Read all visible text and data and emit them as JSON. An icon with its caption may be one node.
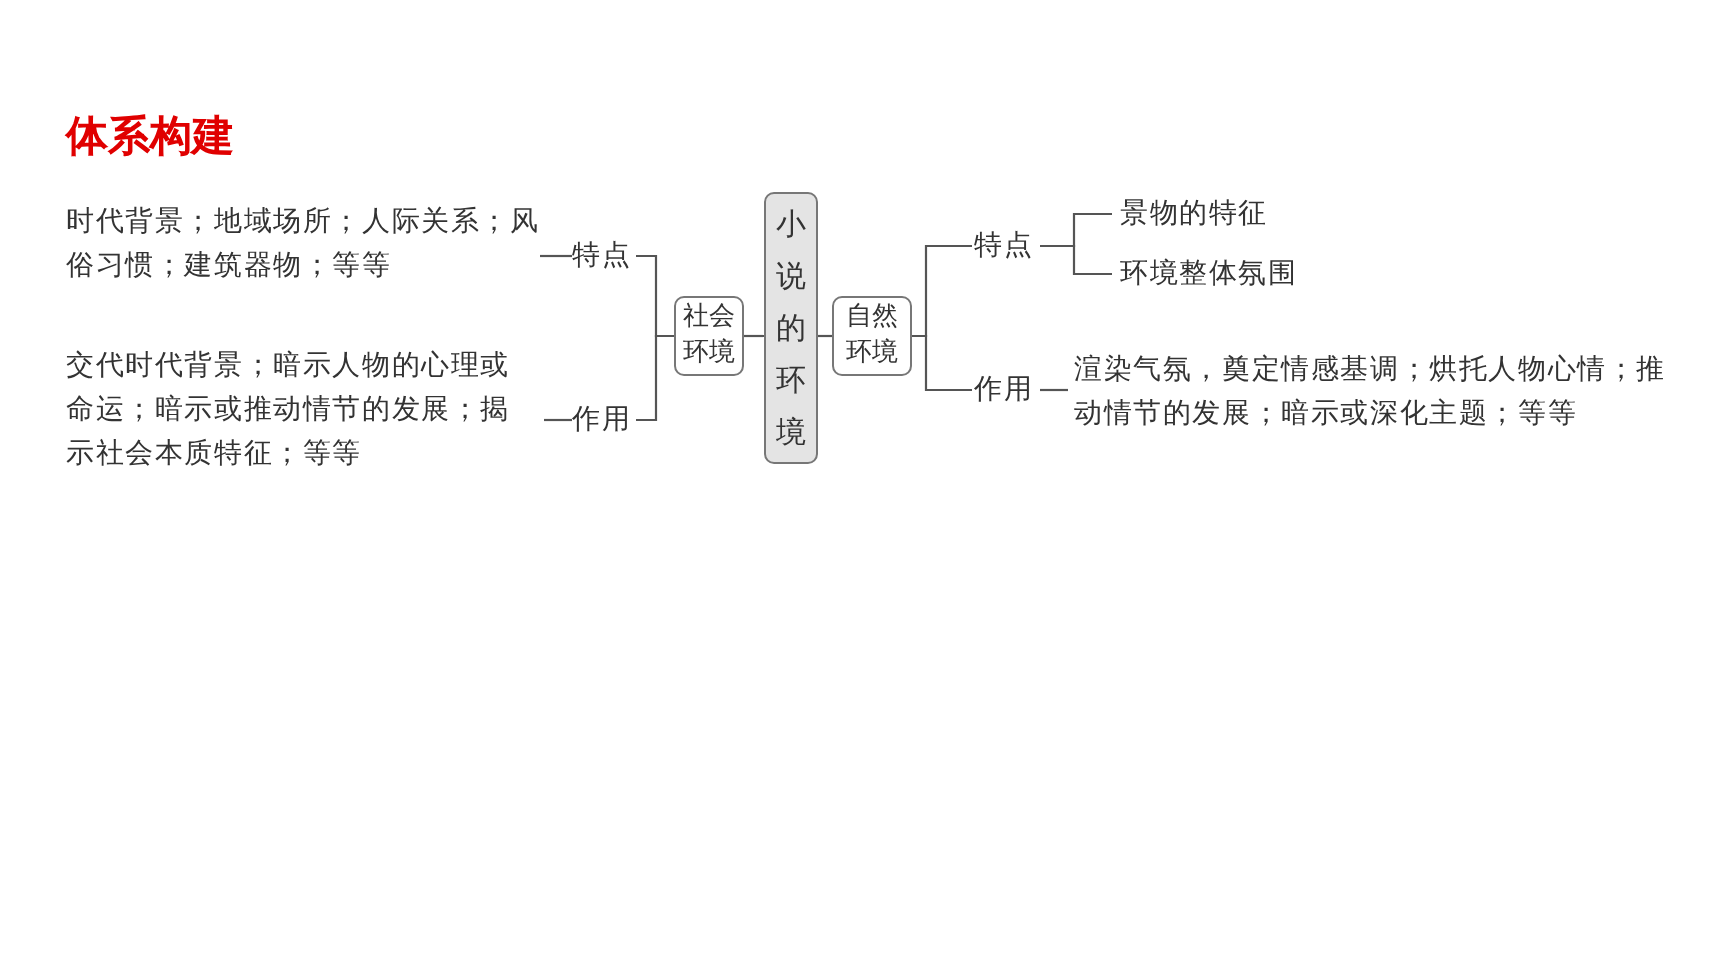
{
  "diagram": {
    "title": "体系构建",
    "nodes": [
      {
        "text": [
          "小说的环境"
        ]
      },
      {
        "text": [
          "社会环境"
        ]
      },
      {
        "text": [
          "自然环境"
        ]
      },
      {
        "text": [
          "特点"
        ]
      },
      {
        "text": [
          "作用"
        ]
      },
      {
        "text": [
          "时代背景；地域场所；人际关系；风俗习惯；建筑器物；等等"
        ]
      },
      {
        "text": [
          "交代时代背景；暗示人物的心理或命运；暗示或推动情节的发展；揭示社会本质特征；等等"
        ]
      },
      {
        "text": [
          "特点"
        ]
      },
      {
        "text": [
          "作用"
        ]
      },
      {
        "text": [
          "景物的特征"
        ]
      },
      {
        "text": [
          "环境整体氛围"
        ]
      },
      {
        "text": [
          "渲染气氛，奠定情感基调；烘托人物心情；推动情节的发展；暗示或深化主题；等等"
        ]
      }
    ],
    "edges": [
      {
        "from": 0,
        "to": 1,
        "arrow": "none"
      },
      {
        "from": 0,
        "to": 2,
        "arrow": "none"
      },
      {
        "from": 1,
        "to": 3,
        "arrow": "none"
      },
      {
        "from": 1,
        "to": 4,
        "arrow": "none"
      },
      {
        "from": 3,
        "to": 5,
        "arrow": "none"
      },
      {
        "from": 4,
        "to": 6,
        "arrow": "none"
      },
      {
        "from": 2,
        "to": 7,
        "arrow": "none"
      },
      {
        "from": 2,
        "to": 8,
        "arrow": "none"
      },
      {
        "from": 7,
        "to": 9,
        "arrow": "none"
      },
      {
        "from": 7,
        "to": 10,
        "arrow": "none"
      },
      {
        "from": 8,
        "to": 11,
        "arrow": "none"
      }
    ]
  }
}
